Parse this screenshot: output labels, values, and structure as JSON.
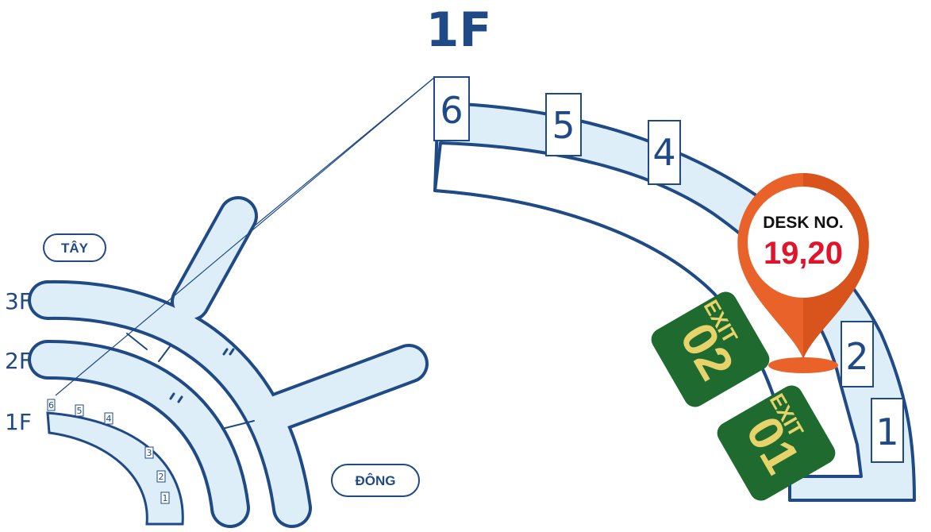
{
  "title": "1F",
  "floors": [
    "3F",
    "2F",
    "1F"
  ],
  "directions": {
    "west": "TÂY",
    "east": "ĐÔNG"
  },
  "zones": [
    "6",
    "5",
    "4",
    "3",
    "2",
    "1"
  ],
  "marker": {
    "label": "DESK NO.",
    "value": "19,20",
    "color": "#e8622a",
    "value_color": "#e0142a"
  },
  "exits": [
    {
      "label": "EXIT",
      "number": "02"
    },
    {
      "label": "EXIT",
      "number": "01"
    }
  ],
  "colors": {
    "floor_fill": "#ddeef8",
    "outline": "#1f4a85",
    "exit_fill": "#1e6a2f",
    "exit_text": "#e6d36a"
  }
}
